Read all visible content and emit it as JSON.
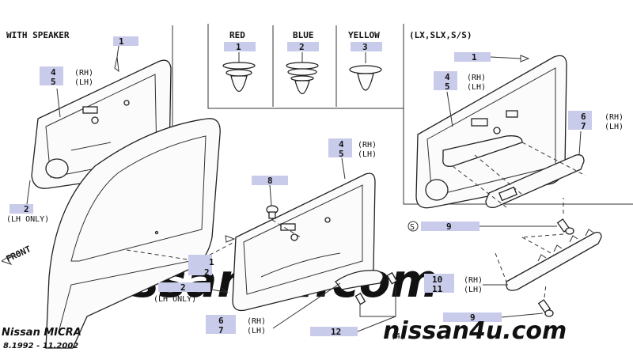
{
  "labels": {
    "with_speaker": "WITH SPEAKER",
    "red": "RED",
    "blue": "BLUE",
    "yellow": "YELLOW",
    "variants": "(LX,SLX,S/S)",
    "front": "FRONT",
    "rh": "(RH)",
    "lh": "(LH)",
    "lh_only": "(LH ONLY)",
    "qty_4": "(4)",
    "s_mark": "S"
  },
  "callouts": {
    "n1": "1",
    "n2": "2",
    "n3": "3",
    "n4": "4",
    "n5": "5",
    "n6": "6",
    "n7": "7",
    "n8": "8",
    "n9": "9",
    "n10": "10",
    "n11": "11",
    "n12": "12"
  },
  "footer": {
    "make": "Nissan MICRA",
    "years": "8.1992 - 11.2002",
    "watermark": "nissan4u.com"
  },
  "colors": {
    "highlight": "#c9cbea",
    "line": "#333333",
    "watermark": "#b8b8b8"
  }
}
